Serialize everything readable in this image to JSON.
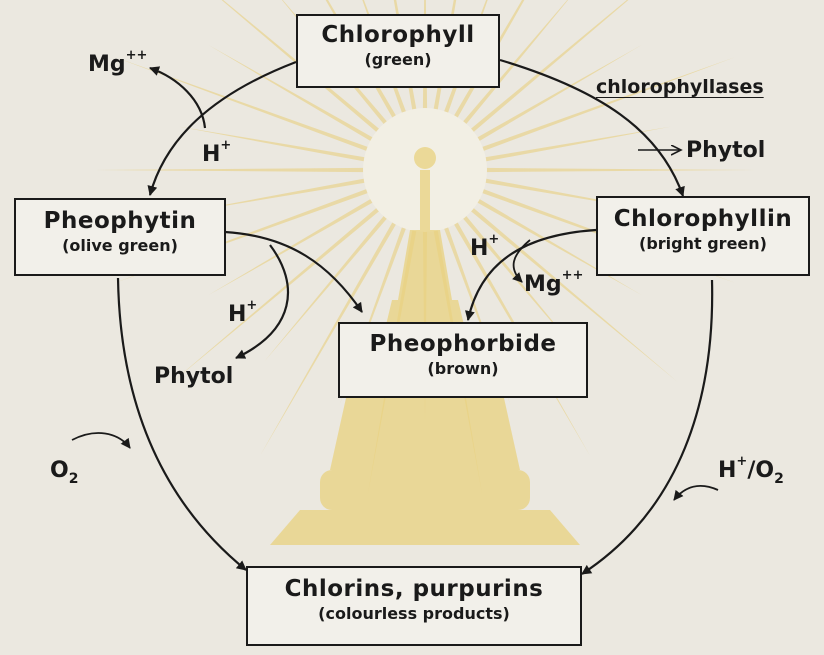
{
  "nodes": {
    "chlorophyll": {
      "title": "Chlorophyll",
      "subtitle": "(green)"
    },
    "pheophytin": {
      "title": "Pheophytin",
      "subtitle": "(olive green)"
    },
    "chlorophyllin": {
      "title": "Chlorophyllin",
      "subtitle": "(bright green)"
    },
    "pheophorbide": {
      "title": "Pheophorbide",
      "subtitle": "(brown)"
    },
    "chlorins": {
      "title": "Chlorins, purpurins",
      "subtitle": "(colourless products)"
    }
  },
  "labels": {
    "mg_left": {
      "main": "Mg",
      "sup": "++"
    },
    "h_left": {
      "main": "H",
      "sup": "+"
    },
    "enzyme": "chlorophyllases",
    "phytol_right": "Phytol",
    "h_center": {
      "main": "H",
      "sup": "+"
    },
    "mg_center": {
      "main": "Mg",
      "sup": "++"
    },
    "h_lower": {
      "main": "H",
      "sup": "+"
    },
    "phytol_lower": "Phytol",
    "o2_left": {
      "main": "O",
      "sub": "2"
    },
    "h_o2_right": {
      "main": "H",
      "sup": "+",
      "mid": "/O",
      "sub": "2"
    }
  },
  "colors": {
    "ink": "#1a1a1a",
    "paper": "#ebe8e0",
    "watermark": "#e7c760"
  }
}
